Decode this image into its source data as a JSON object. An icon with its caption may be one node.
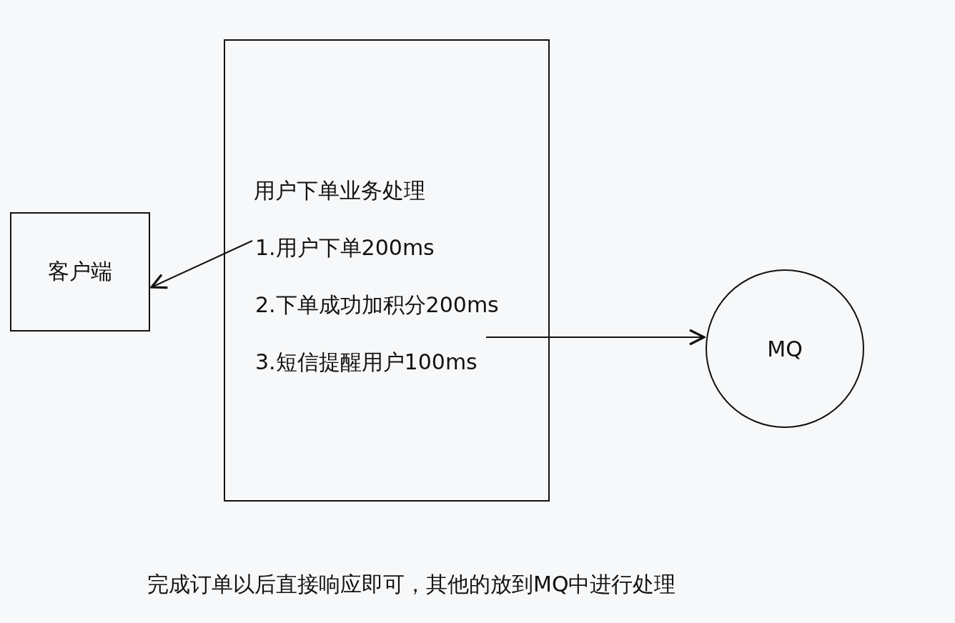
{
  "diagram": {
    "caption": "完成订单以后直接响应即可，其他的放到MQ中进行处理",
    "nodes": [
      {
        "text": [
          "客户端"
        ]
      },
      {
        "text": [
          "用户下单业务处理"
        ]
      },
      {
        "text": [
          "1.用户下单200ms"
        ],
        "in": 1
      },
      {
        "text": [
          "2.下单成功加积分200ms"
        ],
        "in": 1
      },
      {
        "text": [
          "3.短信提醒用户100ms"
        ],
        "in": 1
      },
      {
        "text": [
          "MQ"
        ]
      }
    ],
    "edges": [
      {
        "from": 2,
        "to": 0,
        "arrow": "to"
      },
      {
        "from": 4,
        "to": 5,
        "arrow": "to"
      }
    ]
  }
}
